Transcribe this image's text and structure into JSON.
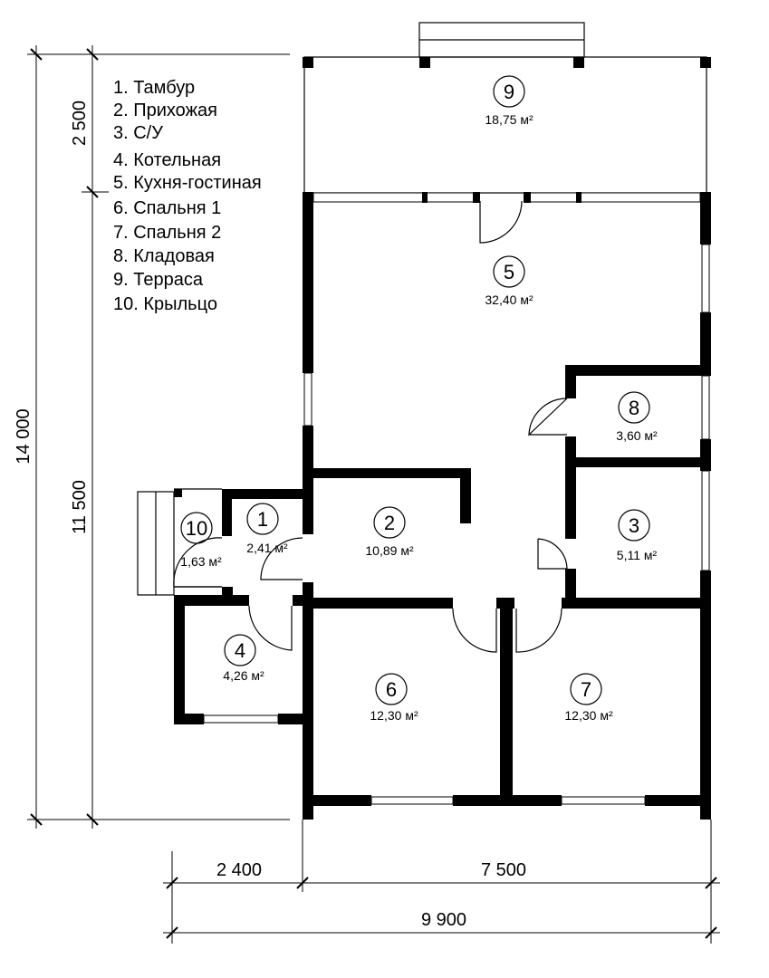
{
  "legend": [
    "1. Тамбур",
    "2. Прихожая",
    "3. С/У",
    "4. Котельная",
    "5. Кухня-гостиная",
    "6. Спальня 1",
    "7. Спальня 2",
    "8. Кладовая",
    "9. Терраса",
    "10. Крыльцо"
  ],
  "rooms": {
    "r1": {
      "num": "1",
      "area": "2,41 м²"
    },
    "r2": {
      "num": "2",
      "area": "10,89 м²"
    },
    "r3": {
      "num": "3",
      "area": "5,11 м²"
    },
    "r4": {
      "num": "4",
      "area": "4,26 м²"
    },
    "r5": {
      "num": "5",
      "area": "32,40 м²"
    },
    "r6": {
      "num": "6",
      "area": "12,30 м²"
    },
    "r7": {
      "num": "7",
      "area": "12,30 м²"
    },
    "r8": {
      "num": "8",
      "area": "3,60 м²"
    },
    "r9": {
      "num": "9",
      "area": "18,75 м²"
    },
    "r10": {
      "num": "10",
      "area": "1,63 м²"
    }
  },
  "dimensions": {
    "total_height": "14 000",
    "terrace_depth": "2 500",
    "house_depth": "11 500",
    "porch_width": "2 400",
    "house_width": "7 500",
    "total_width": "9 900"
  }
}
